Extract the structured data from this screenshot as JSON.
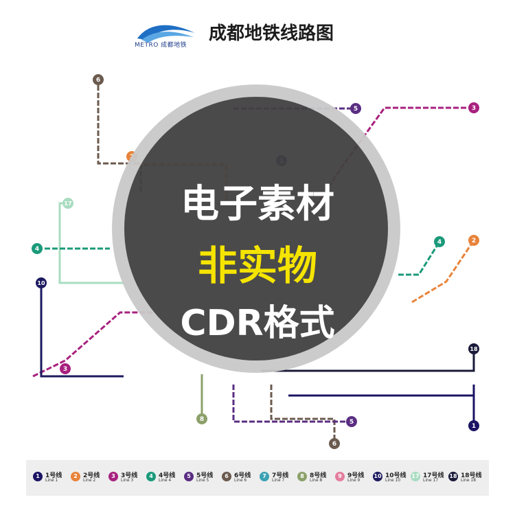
{
  "header": {
    "logo_text": "METRO 成都地铁",
    "title": "成都地铁线路图"
  },
  "overlay": {
    "line1": "电子素材",
    "line2": "非实物",
    "line3": "CDR格式"
  },
  "lines": [
    {
      "num": "1",
      "color": "#1b1464",
      "cn": "1号线",
      "en": "Line 1"
    },
    {
      "num": "2",
      "color": "#e8833a",
      "cn": "2号线",
      "en": "Line 2"
    },
    {
      "num": "3",
      "color": "#a8217f",
      "cn": "3号线",
      "en": "Line 3"
    },
    {
      "num": "4",
      "color": "#1a9a7a",
      "cn": "4号线",
      "en": "Line 4"
    },
    {
      "num": "5",
      "color": "#5a2d82",
      "cn": "5号线",
      "en": "Line 5"
    },
    {
      "num": "6",
      "color": "#6b5a4e",
      "cn": "6号线",
      "en": "Line 6"
    },
    {
      "num": "7",
      "color": "#3ba2b3",
      "cn": "7号线",
      "en": "Line 7"
    },
    {
      "num": "8",
      "color": "#8ca06a",
      "cn": "8号线",
      "en": "Line 8"
    },
    {
      "num": "9",
      "color": "#e37d9d",
      "cn": "9号线",
      "en": "Line 9"
    },
    {
      "num": "10",
      "color": "#1c1a5e",
      "cn": "10号线",
      "en": "Line 10"
    },
    {
      "num": "17",
      "color": "#a9dcc1",
      "cn": "17号线",
      "en": "Line 17"
    },
    {
      "num": "18",
      "color": "#1a1a3a",
      "cn": "18号线",
      "en": "Line 18"
    }
  ],
  "map_badges": [
    {
      "num": "6",
      "color": "#6b5a4e"
    },
    {
      "num": "5",
      "color": "#5a2d82"
    },
    {
      "num": "3",
      "color": "#a8217f"
    },
    {
      "num": "2",
      "color": "#e8833a"
    },
    {
      "num": "1",
      "color": "#1b1464"
    },
    {
      "num": "17",
      "color": "#a9dcc1"
    },
    {
      "num": "4",
      "color": "#1a9a7a"
    },
    {
      "num": "10",
      "color": "#1c1a5e"
    },
    {
      "num": "3",
      "color": "#a8217f"
    },
    {
      "num": "4",
      "color": "#1a9a7a"
    },
    {
      "num": "2",
      "color": "#e8833a"
    },
    {
      "num": "18",
      "color": "#1a1a3a"
    },
    {
      "num": "1",
      "color": "#1b1464"
    },
    {
      "num": "8",
      "color": "#8ca06a"
    },
    {
      "num": "5",
      "color": "#5a2d82"
    },
    {
      "num": "6",
      "color": "#6b5a4e"
    }
  ]
}
